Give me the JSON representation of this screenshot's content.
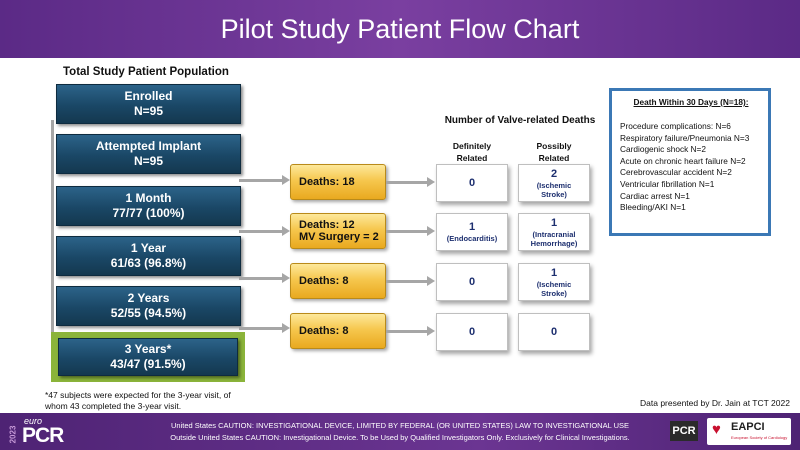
{
  "header": {
    "title": "Pilot Study Patient Flow Chart"
  },
  "left": {
    "title": "Total Study Patient Population",
    "boxes": [
      {
        "line1": "Enrolled",
        "line2": "N=95"
      },
      {
        "line1": "Attempted Implant",
        "line2": "N=95"
      },
      {
        "line1": "1 Month",
        "line2": "77/77 (100%)"
      },
      {
        "line1": "1 Year",
        "line2": "61/63 (96.8%)"
      },
      {
        "line1": "2 Years",
        "line2": "52/55 (94.5%)"
      },
      {
        "line1": "3 Years*",
        "line2": "43/47 (91.5%)"
      }
    ],
    "footnote_line1": "*47 subjects were expected for the 3-year visit, of",
    "footnote_line2": "whom 43 completed the 3-year visit.",
    "highlight_color": "#8bb43a"
  },
  "deaths": [
    {
      "line1": "Deaths: 18",
      "line2": ""
    },
    {
      "line1": "Deaths: 12",
      "line2": "MV Surgery = 2"
    },
    {
      "line1": "Deaths: 8",
      "line2": ""
    },
    {
      "line1": "Deaths: 8",
      "line2": ""
    }
  ],
  "valve": {
    "title": "Number of Valve-related Deaths",
    "col1_line1": "Definitely",
    "col1_line2": "Related",
    "col2_line1": "Possibly",
    "col2_line2": "Related",
    "rows": [
      {
        "def": "0",
        "def_note": "",
        "pos": "2",
        "pos_note1": "(Ischemic",
        "pos_note2": "Stroke)"
      },
      {
        "def": "1",
        "def_note": "(Endocarditis)",
        "pos": "1",
        "pos_note1": "(Intracranial",
        "pos_note2": "Hemorrhage)"
      },
      {
        "def": "0",
        "def_note": "",
        "pos": "1",
        "pos_note1": "(Ischemic",
        "pos_note2": "Stroke)"
      },
      {
        "def": "0",
        "def_note": "",
        "pos": "0",
        "pos_note1": "",
        "pos_note2": ""
      }
    ]
  },
  "death30": {
    "title": "Death Within 30 Days (N=18):",
    "items": [
      "Procedure complications: N=6",
      "Respiratory failure/Pneumonia N=3",
      "Cardiogenic shock N=2",
      "Acute on chronic heart failure N=2",
      "Cerebrovascular accident N=2",
      "Ventricular fibrillation N=1",
      "Cardiac arrest N=1",
      "Bleeding/AKI N=1"
    ],
    "border_color": "#3b78b5"
  },
  "data_note": "Data presented by Dr. Jain at TCT 2022",
  "footer": {
    "line1": "United States CAUTION: INVESTIGATIONAL DEVICE, LIMITED BY FEDERAL (OR UNITED STATES) LAW TO INVESTIGATIONAL USE",
    "line2": "Outside United States  CAUTION: Investigational Device. To be Used by Qualified Investigators Only. Exclusively for Clinical Investigations.",
    "logo_year": "2023",
    "logo_euro": "euro",
    "logo_pcr": "PCR",
    "pcr_badge": "PCR",
    "eapci": "EAPCI",
    "eapci_sub": "European Society of Cardiology"
  }
}
